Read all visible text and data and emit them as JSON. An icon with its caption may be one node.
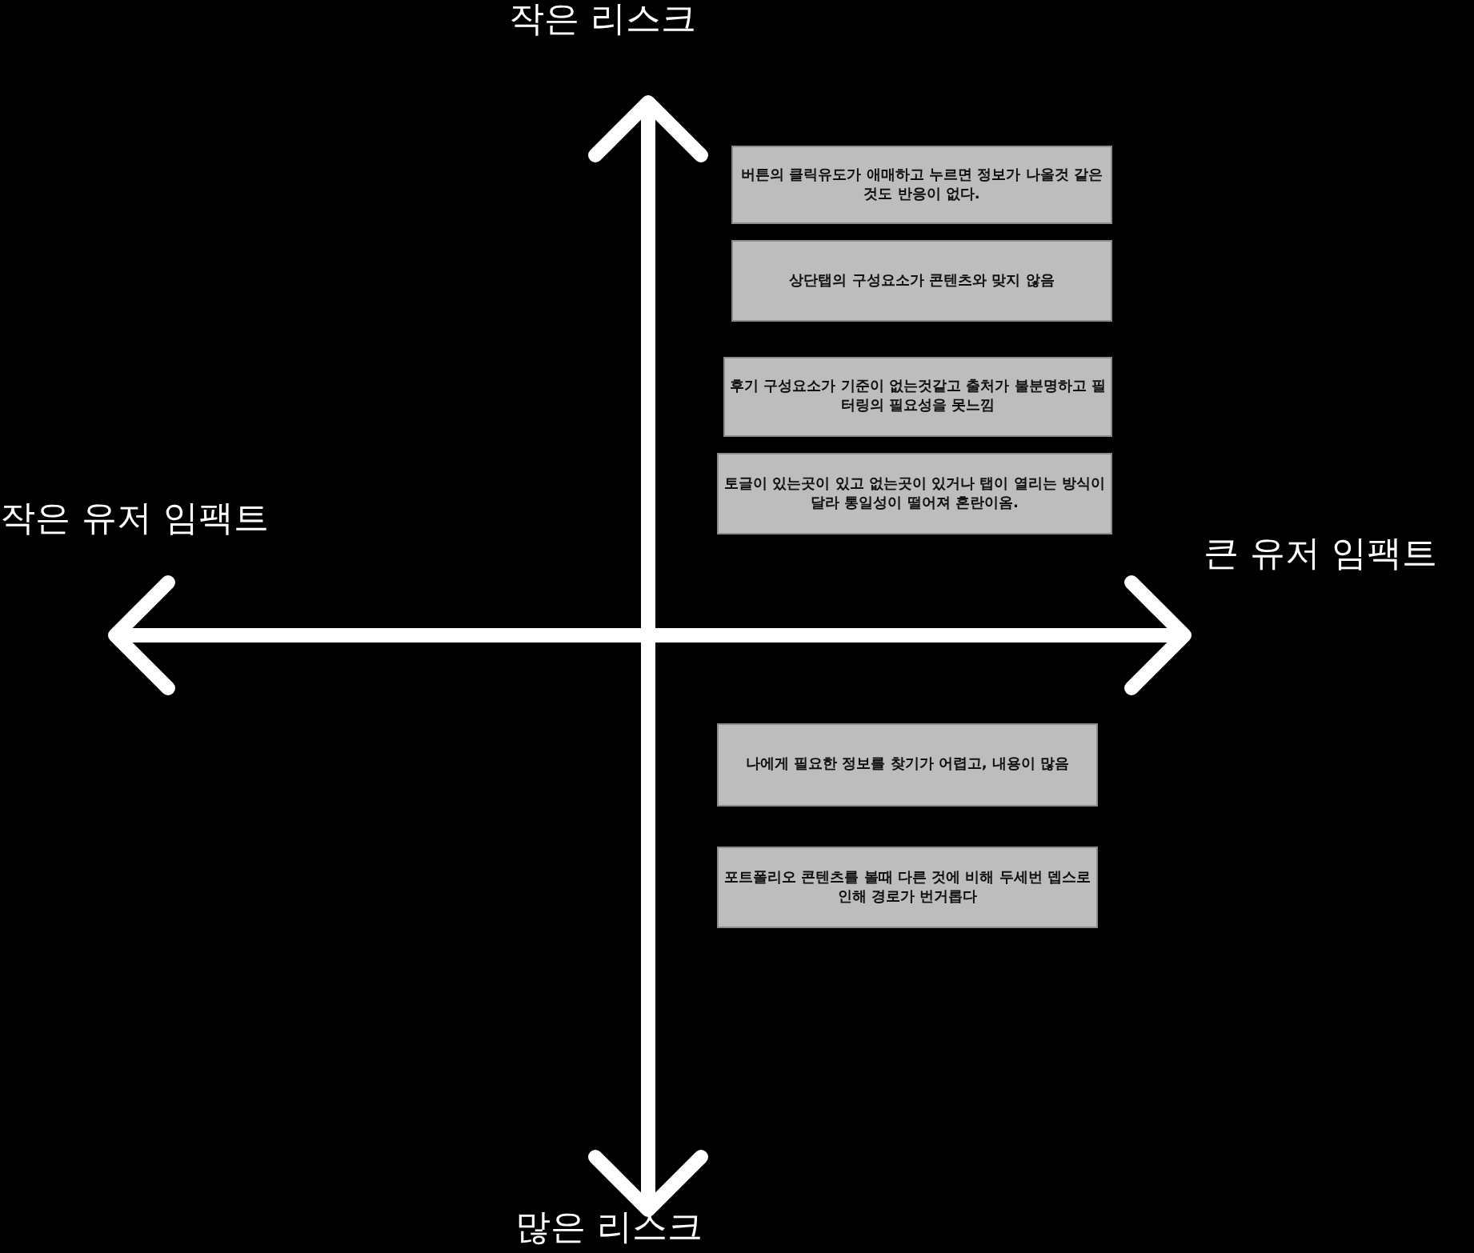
{
  "diagram": {
    "nodes": [
      {
        "text": [
          "버튼의 클릭유도가 애매하고 누르면 정보가 나올것 같은것도 반응이 없다."
        ]
      },
      {
        "text": [
          "상단탭의 구성요소가 콘텐츠와 맞지 않음"
        ]
      },
      {
        "text": [
          "후기 구성요소가 기준이 없는것같고 출처가 불분명하고 필터링의 필요성을 못느낌"
        ]
      },
      {
        "text": [
          "토글이 있는곳이 있고 없는곳이 있거나 탭이 열리는 방식이 달라 통일성이 떨어져 혼란이옴."
        ]
      },
      {
        "text": [
          "나에게 필요한 정보를 찾기가 어렵고, 내용이 많음"
        ]
      },
      {
        "text": [
          "포트폴리오 콘텐츠를 볼때 다른 것에 비해 두세번 뎁스로 인해 경로가 번거롭다"
        ]
      }
    ],
    "labels": [
      "작은 리스크",
      "작은 유저 임팩트",
      "큰 유저 임팩트",
      "많은 리스크"
    ]
  }
}
